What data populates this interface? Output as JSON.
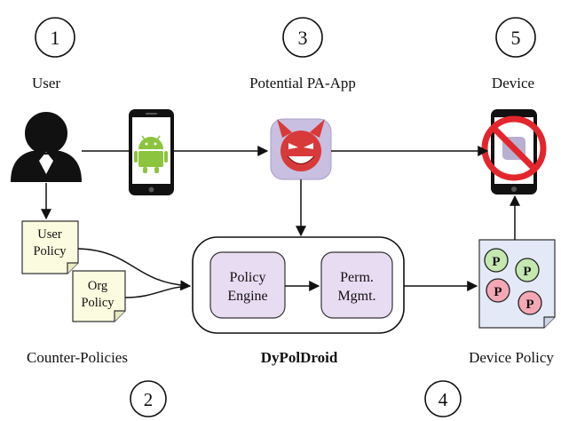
{
  "steps": [
    {
      "number": "1",
      "label": "User"
    },
    {
      "number": "2",
      "label": "Counter-Policies"
    },
    {
      "number": "3",
      "label": "Potential PA-App"
    },
    {
      "number": "4",
      "label": "Device Policy"
    },
    {
      "number": "5",
      "label": "Device"
    }
  ],
  "documents": {
    "user_policy": [
      "User",
      "Policy"
    ],
    "org_policy": [
      "Org",
      "Policy"
    ]
  },
  "system": {
    "name": "DyPolDroid",
    "policy_engine": [
      "Policy",
      "Engine"
    ],
    "perm_mgmt": [
      "Perm.",
      "Mgmt."
    ]
  },
  "policy_badge": "P",
  "icons": {
    "user": "user-silhouette-icon",
    "phone": "smartphone-icon",
    "android": "android-robot-icon",
    "app": "devil-face-icon",
    "device": "blocked-device-icon",
    "device_policy": "policy-document-icon"
  },
  "colors": {
    "module_fill": "#e8dcf2",
    "android_green": "#8cc43f",
    "app_tile": "#c9bfe0",
    "devil_red": "#d83a3a",
    "block_red": "#e3262d",
    "paper_yellow": "#fbfbe0",
    "policy_paper": "#e4e9f7",
    "p_green": "#c5e7b0",
    "p_pink": "#f4a8b5"
  }
}
